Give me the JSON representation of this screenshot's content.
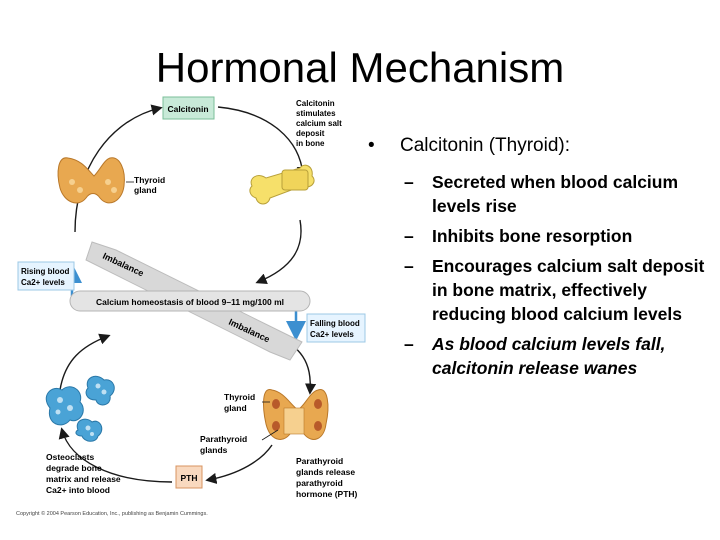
{
  "title": "Hormonal Mechanism",
  "diagram": {
    "box_calcitonin": "Calcitonin",
    "box_pth": "PTH",
    "calcitonin_action": [
      "Calcitonin",
      "stimulates",
      "calcium salt",
      "deposit",
      "in bone"
    ],
    "thyroid_top": [
      "Thyroid",
      "gland"
    ],
    "thyroid_bottom": [
      "Thyroid",
      "gland"
    ],
    "rising_blood": [
      "Rising blood",
      "Ca2+ levels"
    ],
    "falling_blood": [
      "Falling blood",
      "Ca2+ levels"
    ],
    "homeostasis": "Calcium homeostasis of blood 9–11 mg/100 ml",
    "imbalance_top": "Imbalance",
    "imbalance_bottom": "Imbalance",
    "parathyroid": [
      "Parathyroid",
      "glands"
    ],
    "osteoclasts": [
      "Osteoclasts",
      "degrade bone",
      "matrix and release",
      "Ca2+ into blood"
    ],
    "parathyroid_release": [
      "Parathyroid",
      "glands release",
      "parathyroid",
      "hormone (PTH)"
    ],
    "copyright": "Copyright © 2004 Pearson Education, Inc., publishing as Benjamin Cummings.",
    "colors": {
      "arrow": "#1a1a1a",
      "label_box": "#c8ead8",
      "pth_box": "#f9d9bf",
      "band": "#d8d8d8",
      "thyroid": "#e8a850",
      "osteoclast": "#4aa3d6",
      "up_arrow": "#3c8fd0"
    }
  },
  "bullets": {
    "main": "Calcitonin (Thyroid):",
    "items": [
      {
        "text": "Secreted when blood calcium levels rise",
        "italic": false
      },
      {
        "text": "Inhibits bone resorption",
        "italic": false
      },
      {
        "text": "Encourages calcium salt deposit in bone matrix, effectively reducing blood calcium levels",
        "italic": false
      },
      {
        "text": "As blood calcium levels fall, calcitonin release wanes",
        "italic": true
      }
    ]
  }
}
